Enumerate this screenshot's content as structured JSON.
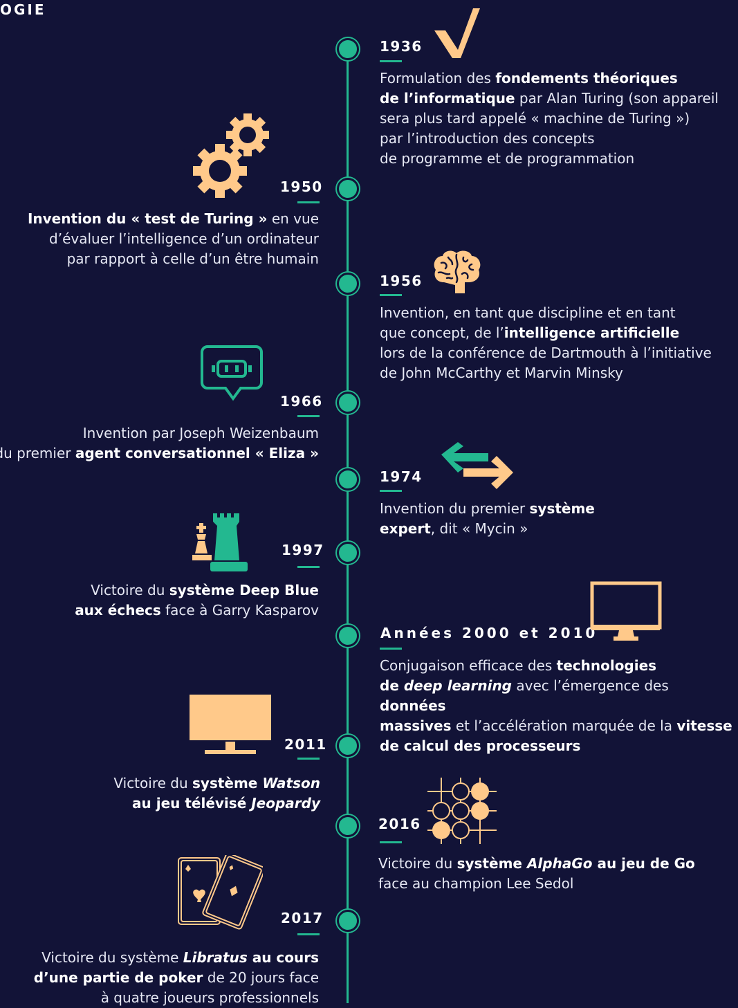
{
  "header": {
    "title": "OGIE"
  },
  "colors": {
    "background": "#121337",
    "accent": "#23b890",
    "highlight": "#ffc98a"
  },
  "events": [
    {
      "year": "1936",
      "side": "right",
      "icon": "checkmark-icon",
      "segs": [
        [
          "Formulation des ",
          0
        ],
        [
          "fondements théoriques",
          1
        ],
        [
          "\n",
          0
        ],
        [
          "de l’informatique",
          1
        ],
        [
          " par Alan Turing (son appareil\nsera plus tard appelé « machine de Turing »)\npar l’introduction des concepts\nde programme et de programmation",
          0
        ]
      ]
    },
    {
      "year": "1950",
      "side": "left",
      "icon": "gears-icon",
      "segs": [
        [
          "Invention du « test de Turing »",
          1
        ],
        [
          " en vue\nd’évaluer l’intelligence d’un ordinateur\npar rapport à celle d’un être humain",
          0
        ]
      ]
    },
    {
      "year": "1956",
      "side": "right",
      "icon": "brain-icon",
      "segs": [
        [
          "Invention, en tant que discipline et en tant\nque concept, de l’",
          0
        ],
        [
          "intelligence artificielle",
          1
        ],
        [
          "\nlors de la conférence de Dartmouth à l’initiative\nde John McCarthy et Marvin Minsky",
          0
        ]
      ]
    },
    {
      "year": "1966",
      "side": "left",
      "icon": "chatbot-icon",
      "segs": [
        [
          "Invention par Joseph Weizenbaum\ndu premier ",
          0
        ],
        [
          "agent conversationnel « Eliza »",
          1
        ]
      ]
    },
    {
      "year": "1974",
      "side": "right",
      "icon": "arrows-icon",
      "segs": [
        [
          "Invention du premier ",
          0
        ],
        [
          "système\nexpert",
          1
        ],
        [
          ", dit « Mycin »",
          0
        ]
      ]
    },
    {
      "year": "1997",
      "side": "left",
      "icon": "chess-icon",
      "segs": [
        [
          "Victoire du ",
          0
        ],
        [
          "système Deep Blue\naux échecs",
          1
        ],
        [
          " face à Garry Kasparov",
          0
        ]
      ]
    },
    {
      "year": "Années 2000 et 2010",
      "side": "right",
      "icon": "monitor-outline-icon",
      "segs": [
        [
          "Conjugaison efficace des ",
          0
        ],
        [
          "technologies\nde ",
          1
        ],
        [
          "deep learning",
          2
        ],
        [
          " avec l’émergence des ",
          0
        ],
        [
          "données\nmassives",
          1
        ],
        [
          " et l’accélération marquée de la ",
          0
        ],
        [
          "vitesse\nde calcul des processeurs",
          1
        ]
      ]
    },
    {
      "year": "2011",
      "side": "left",
      "icon": "monitor-solid-icon",
      "segs": [
        [
          "Victoire du ",
          0
        ],
        [
          "système ",
          1
        ],
        [
          "Watson",
          2
        ],
        [
          "\n",
          0
        ],
        [
          "au jeu télévisé ",
          1
        ],
        [
          "Jeopardy",
          2
        ]
      ]
    },
    {
      "year": "2016",
      "side": "right",
      "icon": "go-board-icon",
      "segs": [
        [
          "Victoire du ",
          0
        ],
        [
          "système ",
          1
        ],
        [
          "AlphaGo",
          2
        ],
        [
          " au jeu de Go",
          1
        ],
        [
          "\nface au champion Lee Sedol",
          0
        ]
      ]
    },
    {
      "year": "2017",
      "side": "left",
      "icon": "playing-cards-icon",
      "segs": [
        [
          "Victoire du système ",
          0
        ],
        [
          "Libratus",
          2
        ],
        [
          " au cours\nd’une partie de poker",
          1
        ],
        [
          " de 20 jours face\nà quatre joueurs professionnels",
          0
        ]
      ]
    }
  ]
}
